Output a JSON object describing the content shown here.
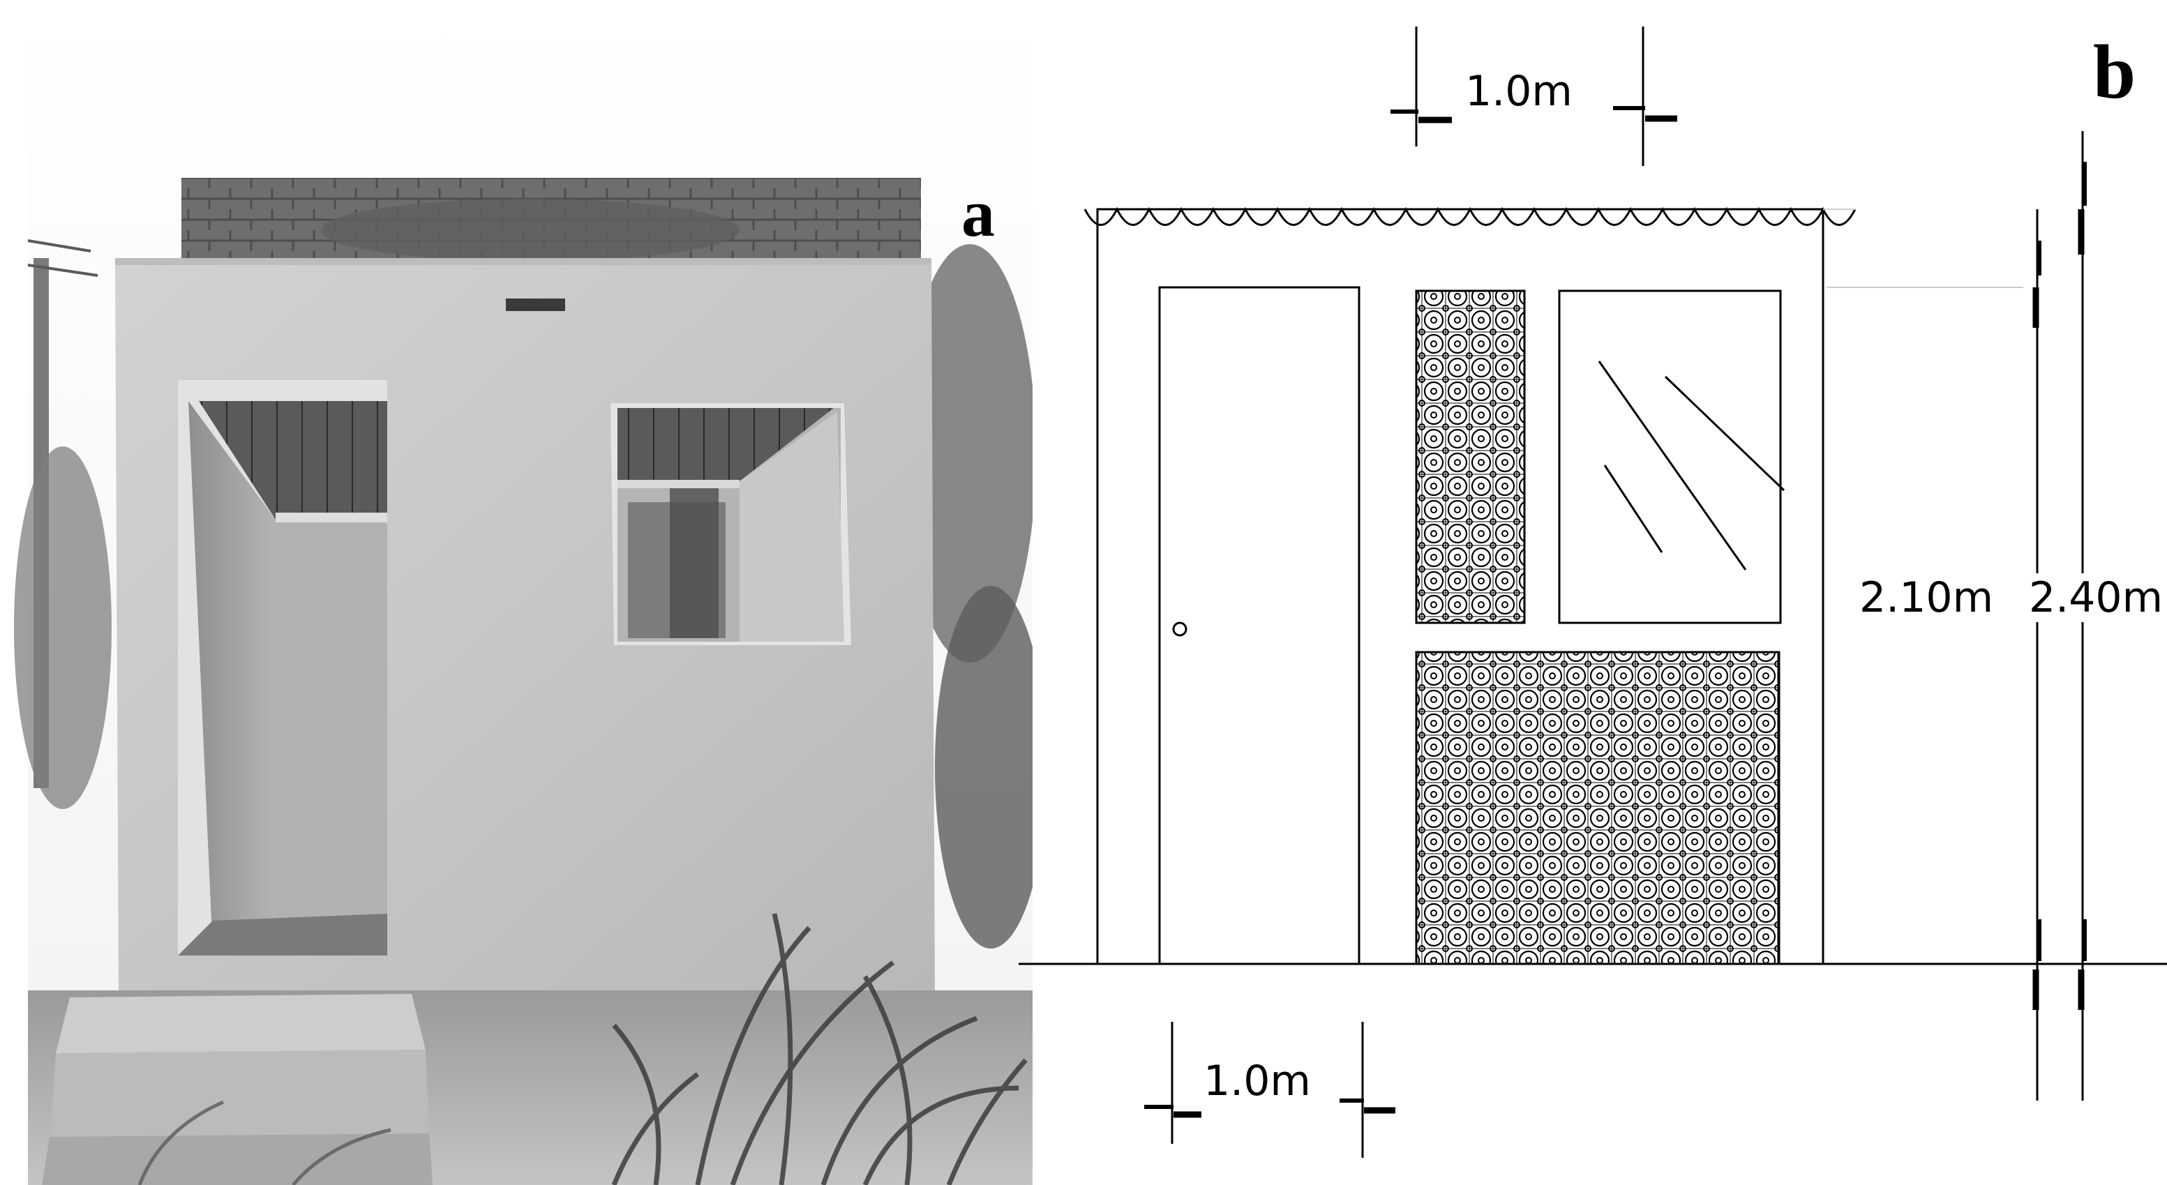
{
  "panels": {
    "a": {
      "letter": "a"
    },
    "b": {
      "letter": "b"
    }
  },
  "drawing": {
    "dim_top_width": "1.0m",
    "dim_bottom_width": "1.0m",
    "dim_height_inner": "2.10m",
    "dim_height_outer": "2.40m"
  },
  "colors": {
    "line": "#000000",
    "background": "#ffffff"
  }
}
